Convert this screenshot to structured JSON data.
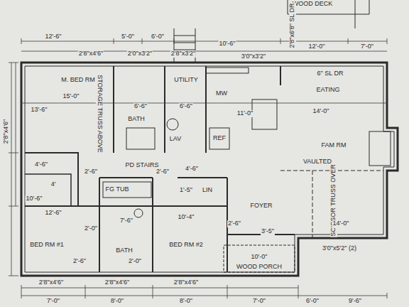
{
  "diagram": {
    "labels": [
      "WOOD DECK",
      "2'8\"x6'8\" SL DR",
      "12'-6\"",
      "5'-0\"",
      "6'-0\"",
      "10'-6\"",
      "12'-0\"",
      "7'-0\"",
      "2'8\"x4'6\"",
      "2'0\"x3'2\"",
      "2'8\"x3'2\"",
      "3'0\"x3'2\"",
      "2'8\"x4'6\"",
      "13'-6\"",
      "10'-6\"",
      "M. BED RM",
      "15'-0\"",
      "STORAGE TRUSS ABOVE",
      "6'-6\"",
      "BATH",
      "UTILITY",
      "6'-6\"",
      "LAV",
      "MW",
      "REF",
      "11'-0\"",
      "EATING",
      "6\" SL DR",
      "14'-0\"",
      "FAM RM",
      "VAULTED",
      "SCISSOR TRUSS OVER",
      "PD STAIRS",
      "FG TUB",
      "4'-6\"",
      "4'",
      "12'-6\"",
      "2'-0\"",
      "7'-6\"",
      "BED RM #1",
      "BATH",
      "BED RM #2",
      "10'-4\"",
      "1'-5\"",
      "LIN",
      "4'-6\"",
      "FOYER",
      "2'-6\"",
      "3'-5\"",
      "14'-0\"",
      "3'0\"x5'2\" (2)",
      "10'-0\"",
      "WOOD PORCH",
      "2'-6\"",
      "2'-0\"",
      "2'8\"x4'6\"",
      "2'8\"x4'6\"",
      "2'8\"x4'6\"",
      "7'-0\"",
      "8'-0\"",
      "8'-0\"",
      "7'-0\"",
      "6'-0\"",
      "9'-6\"",
      "2'-6\"",
      "2'-6\""
    ]
  }
}
